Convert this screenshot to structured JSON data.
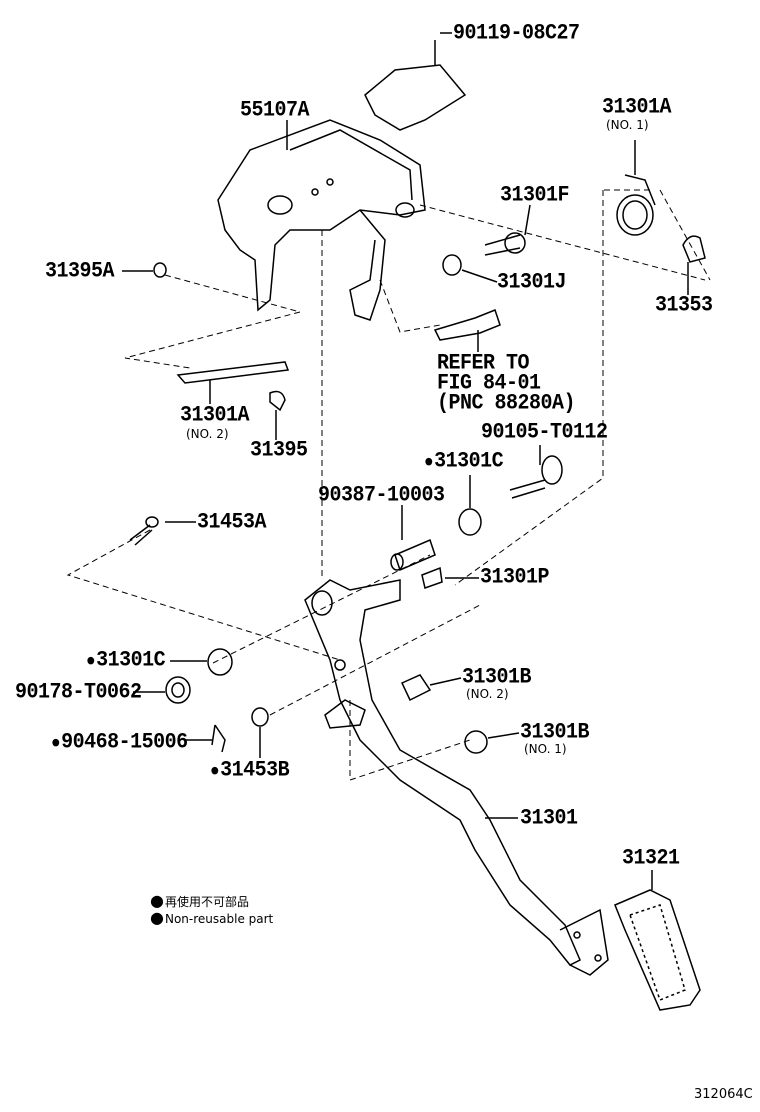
{
  "parts": {
    "p90119": "90119-08C27",
    "p55107A": "55107A",
    "p31301A_1": "31301A",
    "p31301A_1_sub": "(NO. 1)",
    "p31301F": "31301F",
    "p31395A": "31395A",
    "p31301J": "31301J",
    "p31353": "31353",
    "refer1": "REFER TO",
    "refer2": "FIG 84-01",
    "refer3": "(PNC 88280A)",
    "p90105": "90105-T0112",
    "p31301A_2": "31301A",
    "p31301A_2_sub": "(NO. 2)",
    "p31395": "31395",
    "p31301C_a": "31301C",
    "p90387": "90387-10003",
    "p31453A": "31453A",
    "p31301P": "31301P",
    "p31301C_b": "31301C",
    "p90178": "90178-T0062",
    "p31301B_2": "31301B",
    "p31301B_2_sub": "(NO. 2)",
    "p90468": "90468-15006",
    "p31301B_1": "31301B",
    "p31301B_1_sub": "(NO. 1)",
    "p31453B": "31453B",
    "p31301": "31301",
    "p31321": "31321"
  },
  "legend": {
    "jp": "再使用不可部品",
    "en": "Non-reusable part"
  },
  "figure_id": "312064C"
}
